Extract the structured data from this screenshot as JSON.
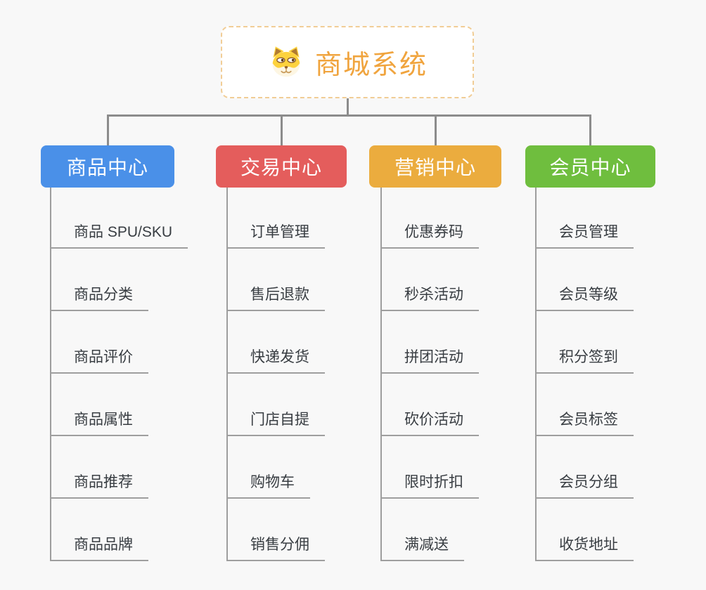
{
  "root": {
    "label": "商城系统",
    "icon": "shiba-dog-icon",
    "text_color": "#f0a43e",
    "border_color": "#f1cd96"
  },
  "branches": [
    {
      "label": "商品中心",
      "color": "#4a90e8",
      "children": [
        "商品 SPU/SKU",
        "商品分类",
        "商品评价",
        "商品属性",
        "商品推荐",
        "商品品牌"
      ]
    },
    {
      "label": "交易中心",
      "color": "#e45d5c",
      "children": [
        "订单管理",
        "售后退款",
        "快递发货",
        "门店自提",
        "购物车",
        "销售分佣"
      ]
    },
    {
      "label": "营销中心",
      "color": "#ebac3e",
      "children": [
        "优惠券码",
        "秒杀活动",
        "拼团活动",
        "砍价活动",
        "限时折扣",
        "满减送"
      ]
    },
    {
      "label": "会员中心",
      "color": "#6fbe3e",
      "children": [
        "会员管理",
        "会员等级",
        "积分签到",
        "会员标签",
        "会员分组",
        "收货地址"
      ]
    }
  ],
  "connector_color": "#8c8c8c",
  "leaf_line_color": "#9e9e9e",
  "background_color": "#f8f8f8"
}
